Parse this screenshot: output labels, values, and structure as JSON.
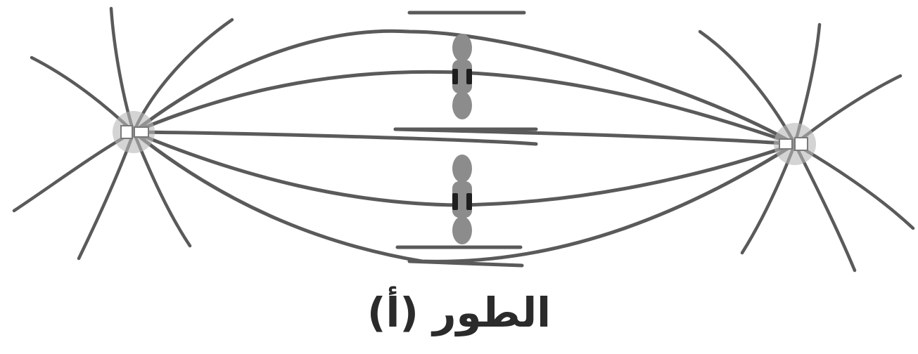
{
  "caption": "الطور (أ)",
  "colors": {
    "fiber": "#5a5a5a",
    "chromatid": "#8c8c8c",
    "centromere": "#1e1e1e",
    "centrosome_halo": "#b8b8b8",
    "background": "#ffffff"
  },
  "parts": {
    "pole_count": 2,
    "chromosome_count": 2
  }
}
